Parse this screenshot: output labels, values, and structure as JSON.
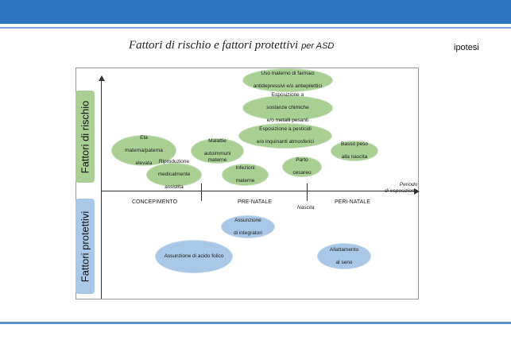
{
  "header": {
    "title": "Fattori di rischio e fattori protettivi",
    "title_suffix": "per ASD",
    "note": "ipotesi"
  },
  "bands": {
    "risk": "Fattori di rischio",
    "protective": "Fattori protettivi"
  },
  "axis": {
    "name_line1": "Periodo",
    "name_line2": "di esposizione",
    "phases": [
      "CONCEPIMENTO",
      "PRE-NATALE",
      "PERI-NATALE"
    ],
    "birth": "Nascita"
  },
  "risk_factors": [
    {
      "line1": "Uso materno di farmaci",
      "line2": "antidepressivi e/o antiepilettici",
      "line3": ""
    },
    {
      "line1": "Esposizione a",
      "line2": "sostanze chimiche",
      "line3": "e/o metalli pesanti"
    },
    {
      "line1": "Esposizione a pesticidi",
      "line2": "e/o inquinanti atmosferici",
      "line3": ""
    },
    {
      "line1": "Età",
      "line2": "materna/paterna",
      "line3": "elevata"
    },
    {
      "line1": "Malattie",
      "line2": "autoimmuni materne",
      "line3": ""
    },
    {
      "line1": "Basso peso",
      "line2": "alla nascita",
      "line3": ""
    },
    {
      "line1": "Riproduzione",
      "line2": "medicalmente",
      "line3": "assistita"
    },
    {
      "line1": "Infezioni",
      "line2": "materne",
      "line3": ""
    },
    {
      "line1": "Parto",
      "line2": "cesareo",
      "line3": ""
    }
  ],
  "protective_factors": [
    {
      "line1": "Assunzione",
      "line2": "di integratori"
    },
    {
      "line1": "Assunzione di acido folico",
      "line2": ""
    },
    {
      "line1": "Allattamento",
      "line2": "al seno"
    }
  ],
  "colors": {
    "header_bar": "#2e75c0",
    "risk": "#a9cf93",
    "protective": "#a9c7e6"
  }
}
